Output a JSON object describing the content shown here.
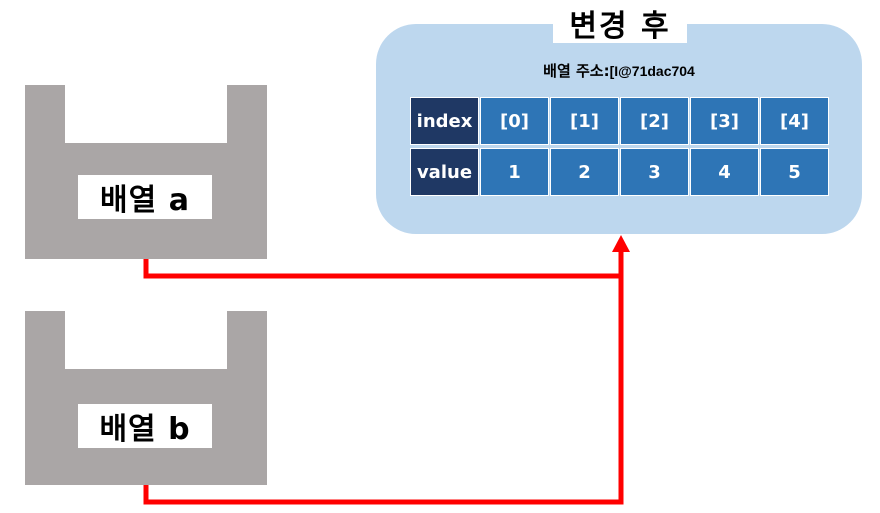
{
  "variable_a": {
    "label": "배열 a"
  },
  "variable_b": {
    "label": "배열 b"
  },
  "heap": {
    "title": "변경 후",
    "address_label": "배열 주소:",
    "address_value": "[I@71dac704",
    "index_header": "index",
    "value_header": "value",
    "indices": [
      "[0]",
      "[1]",
      "[2]",
      "[3]",
      "[4]"
    ],
    "values": [
      "1",
      "2",
      "3",
      "4",
      "5"
    ]
  },
  "colors": {
    "stack_box": "#aaa6a6",
    "heap_bg": "#bdd7ee",
    "cell": "#2e75b6",
    "header_cell": "#1f3864",
    "arrow": "#ff0000"
  }
}
